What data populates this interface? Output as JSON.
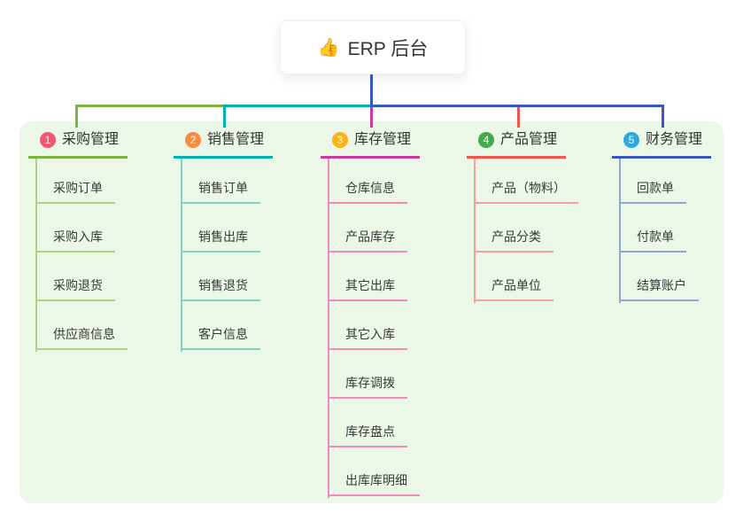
{
  "root": {
    "icon": "👍",
    "title": "ERP 后台"
  },
  "colors": {
    "canvas_bg": "#ffffff",
    "panel_bg": "#ebf7e7",
    "text": "#333333"
  },
  "branches": [
    {
      "num": "1",
      "title": "采购管理",
      "badge_color": "#f6566f",
      "line_color": "#7cb342",
      "child_line_color": "#aed581",
      "children": [
        "采购订单",
        "采购入库",
        "采购退货",
        "供应商信息"
      ]
    },
    {
      "num": "2",
      "title": "销售管理",
      "badge_color": "#fb8c3d",
      "line_color": "#00b3ad",
      "child_line_color": "#80d1ca",
      "children": [
        "销售订单",
        "销售出库",
        "销售退货",
        "客户信息"
      ]
    },
    {
      "num": "3",
      "title": "库存管理",
      "badge_color": "#fbb117",
      "line_color": "#cb3a9c",
      "child_line_color": "#f38ab9",
      "children": [
        "仓库信息",
        "产品库存",
        "其它出库",
        "其它入库",
        "库存调拨",
        "库存盘点",
        "出库库明细"
      ]
    },
    {
      "num": "4",
      "title": "产品管理",
      "badge_color": "#43aa4a",
      "line_color": "#f4544c",
      "child_line_color": "#f8a09a",
      "children": [
        "产品（物料）",
        "产品分类",
        "产品单位"
      ]
    },
    {
      "num": "5",
      "title": "财务管理",
      "badge_color": "#2baae1",
      "line_color": "#3a57c2",
      "child_line_color": "#93a5dc",
      "children": [
        "回款单",
        "付款单",
        "结算账户"
      ]
    }
  ]
}
